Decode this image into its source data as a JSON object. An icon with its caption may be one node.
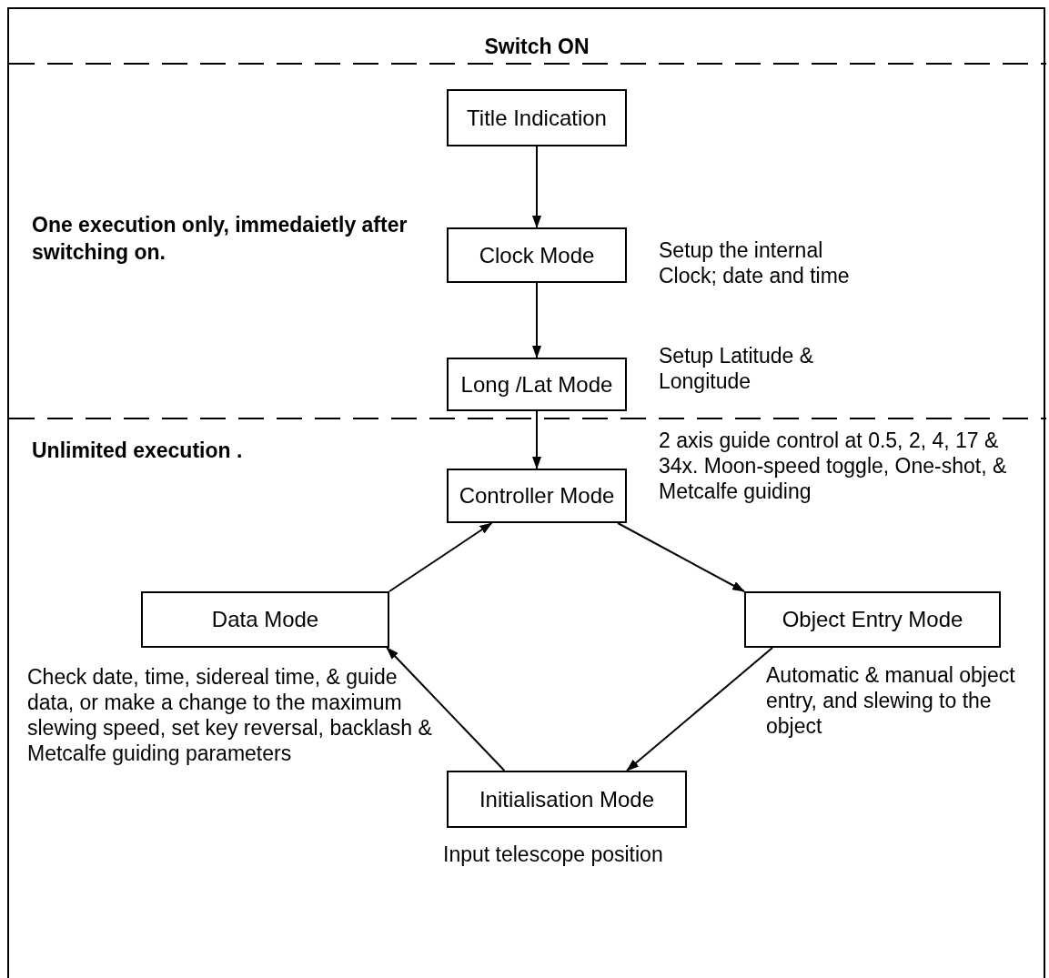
{
  "diagram": {
    "nodes": [
      {
        "text": [
          "Title Indication"
        ]
      },
      {
        "text": [
          "Clock Mode"
        ],
        "beside": [
          "Setup the internal Clock; date and time"
        ]
      },
      {
        "text": [
          "Long /Lat Mode"
        ],
        "beside": [
          "Setup Latitude & Longitude"
        ]
      },
      {
        "text": [
          "Controller Mode"
        ],
        "beside": [
          "2 axis guide control at 0.5, 2, 4, 17 & 34x. Moon-speed toggle, One-shot, & Metcalfe guiding"
        ]
      },
      {
        "text": [
          "Data Mode"
        ],
        "beside": [
          "Check date, time, sidereal time, & guide data, or make a change to the maximum slewing speed, set key reversal, backlash & Metcalfe guiding parameters"
        ]
      },
      {
        "text": [
          "Object Entry Mode"
        ],
        "beside": [
          "Automatic & manual object entry, and slewing to the object"
        ]
      },
      {
        "text": [
          "Initialisation Mode"
        ],
        "beside": [
          "Input telescope position"
        ]
      }
    ],
    "edges": [
      {
        "from": 0,
        "to": 1,
        "arrow": "to"
      },
      {
        "from": 1,
        "to": 2,
        "arrow": "to"
      },
      {
        "from": 2,
        "to": 3,
        "arrow": "to"
      },
      {
        "from": 3,
        "to": 5,
        "arrow": "to"
      },
      {
        "from": 5,
        "to": 6,
        "arrow": "to"
      },
      {
        "from": 6,
        "to": 4,
        "arrow": "to"
      },
      {
        "from": 4,
        "to": 3,
        "arrow": "to"
      }
    ],
    "labels": [
      "Switch ON",
      "One execution only, immedaietly after switching on.",
      "Unlimited execution ."
    ]
  }
}
